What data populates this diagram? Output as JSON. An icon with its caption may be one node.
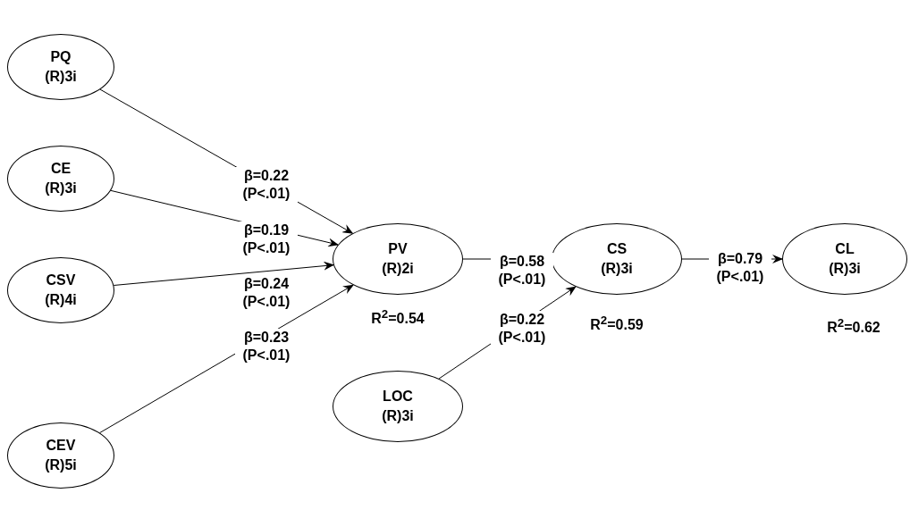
{
  "diagram": {
    "nodes": [
      {
        "text": [
          "PQ",
          "(R)3i"
        ]
      },
      {
        "text": [
          "CE",
          "(R)3i"
        ]
      },
      {
        "text": [
          "CSV",
          "(R)4i"
        ]
      },
      {
        "text": [
          "CEV",
          "(R)5i"
        ]
      },
      {
        "text": [
          "PV",
          "(R)2i"
        ],
        "beside": [
          "R$^{2}$=0.54"
        ]
      },
      {
        "text": [
          "LOC",
          "(R)3i"
        ]
      },
      {
        "text": [
          "CS",
          "(R)3i"
        ],
        "beside": [
          "R$^{2}$=0.59"
        ]
      },
      {
        "text": [
          "CL",
          "(R)3i"
        ],
        "beside": [
          "R$^{2}$=0.62"
        ]
      }
    ],
    "edges": [
      {
        "from": 0,
        "to": 4,
        "arrow": "to",
        "label": "β=0.22 (P<.01)"
      },
      {
        "from": 1,
        "to": 4,
        "arrow": "to",
        "label": "β=0.19 (P<.01)"
      },
      {
        "from": 2,
        "to": 4,
        "arrow": "to",
        "label": "β=0.24 (P<.01)"
      },
      {
        "from": 3,
        "to": 4,
        "arrow": "to",
        "label": "β=0.23 (P<.01)"
      },
      {
        "from": 4,
        "to": 6,
        "arrow": "to",
        "label": "β=0.58 (P<.01)"
      },
      {
        "from": 5,
        "to": 6,
        "arrow": "to",
        "label": "β=0.22 (P<.01)"
      },
      {
        "from": 6,
        "to": 7,
        "arrow": "to",
        "label": "β=0.79 (P<.01)"
      }
    ]
  }
}
